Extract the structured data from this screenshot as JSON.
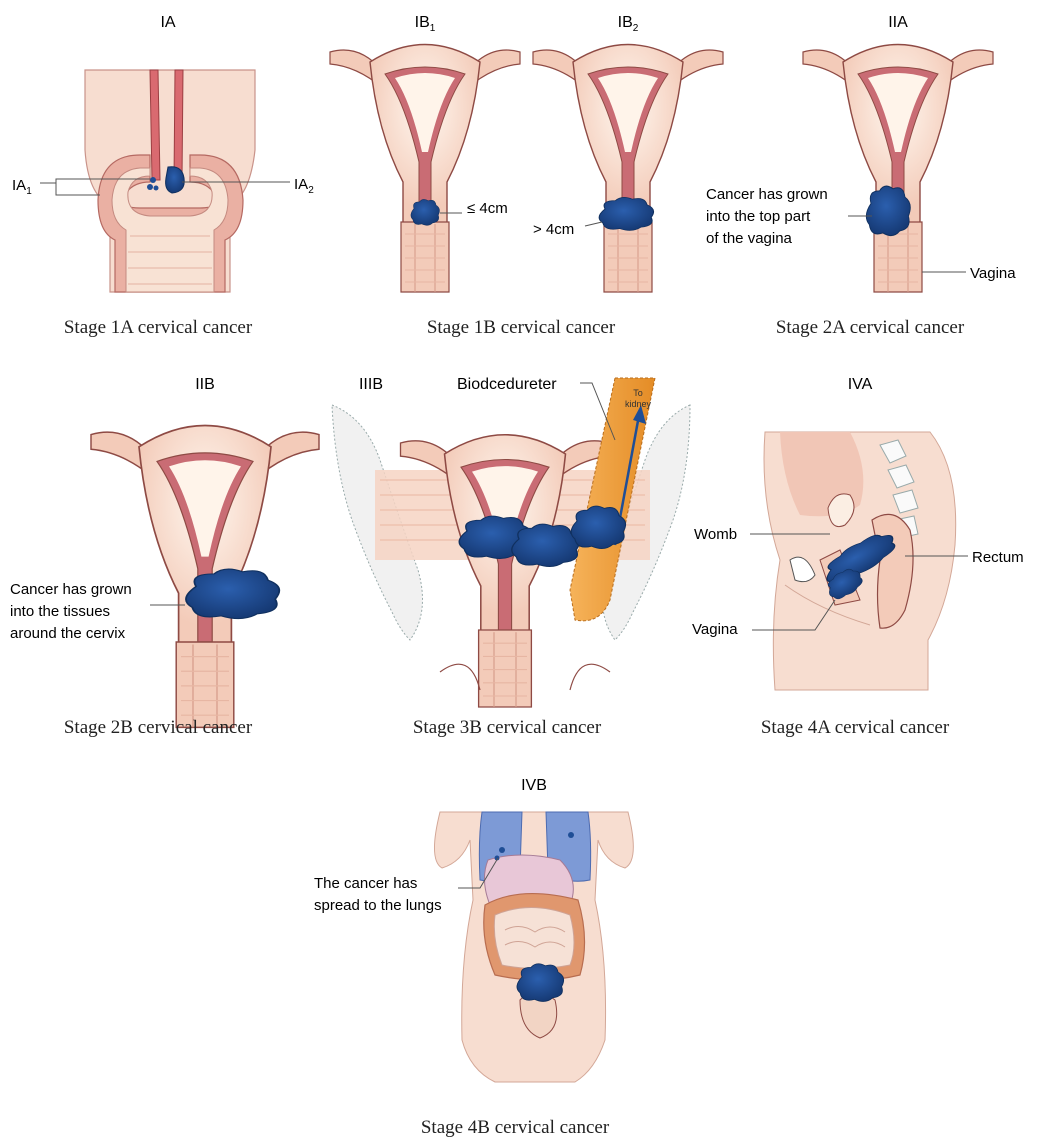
{
  "panels": {
    "ia": {
      "stage_label": "IA",
      "sub_label_a1": "IA",
      "sub_label_a1_sub": "1",
      "sub_label_a2": "IA",
      "sub_label_a2_sub": "2"
    },
    "ib1": {
      "stage_label": "IB",
      "stage_sub": "1",
      "size_note": "≤ 4cm"
    },
    "ib2": {
      "stage_label": "IB",
      "stage_sub": "2",
      "size_note": "> 4cm"
    },
    "iia": {
      "stage_label": "IIA",
      "note_lines": [
        "Cancer has grown",
        "into the top part",
        "of the vagina"
      ],
      "vagina_label": "Vagina"
    },
    "iib": {
      "stage_label": "IIB",
      "note_lines": [
        "Cancer has grown",
        "into the tissues",
        "around the cervix"
      ]
    },
    "iiib": {
      "stage_label": "IIIB",
      "ureter_label": "Biodcedureter",
      "tube_text_lines": [
        "To",
        "kidney"
      ]
    },
    "iva": {
      "stage_label": "IVA",
      "womb_label": "Womb",
      "rectum_label": "Rectum",
      "vagina_label": "Vagina"
    },
    "ivb": {
      "stage_label": "IVB",
      "note_lines": [
        "The cancer has",
        "spread to the lungs"
      ]
    }
  },
  "captions": {
    "c1a": "Stage 1A cervical cancer",
    "c1b": "Stage 1B cervical cancer",
    "c2a": "Stage 2A cervical cancer",
    "c2b": "Stage 2B cervical cancer",
    "c3b": "Stage 3B cervical cancer",
    "c4a": "Stage 4A cervical cancer",
    "c4b": "Stage 4B cervical cancer"
  },
  "colors": {
    "skin": "#f7ddd0",
    "skin_dark": "#e9b9a4",
    "uterus_wall": "#c96c74",
    "uterus_inner": "#f9e6d9",
    "tumor": "#1f4e96",
    "tube": "#f1a23d",
    "lung": "#7d9ad6",
    "bone": "#f1f1f1"
  }
}
